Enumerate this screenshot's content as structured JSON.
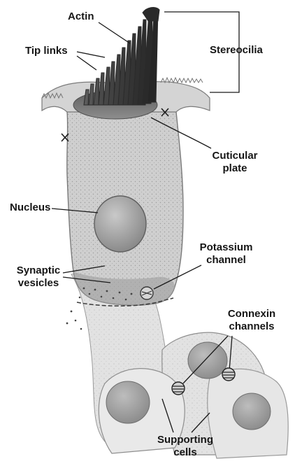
{
  "labels": {
    "actin": "Actin",
    "tip_links": "Tip links",
    "stereocilia": "Stereocilia",
    "cuticular_plate": [
      "Cuticular",
      "plate"
    ],
    "nucleus": "Nucleus",
    "potassium_channel": [
      "Potassium",
      "channel"
    ],
    "synaptic_vesicles": [
      "Synaptic",
      "vesicles"
    ],
    "connexin_channels": [
      "Connexin",
      "channels"
    ],
    "supporting_cells": [
      "Supporting",
      "cells"
    ]
  },
  "colors": {
    "ink": "#161616",
    "cell_fill": "#cdcdcd",
    "cell_shadow": "#9a9a9a",
    "support_fill": "#dedede",
    "nucleus_fill": "#a8a8a8",
    "cuticular_fill": "#6f6f6f",
    "stereocilia_fill": "#4a4a4a"
  }
}
